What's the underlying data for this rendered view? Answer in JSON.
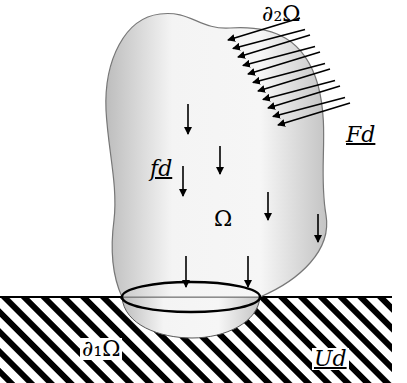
{
  "diagram": {
    "labels": [
      "∂₂Ω",
      "Fd",
      "fd",
      "Ω",
      "∂₁Ω",
      "Ud"
    ]
  }
}
